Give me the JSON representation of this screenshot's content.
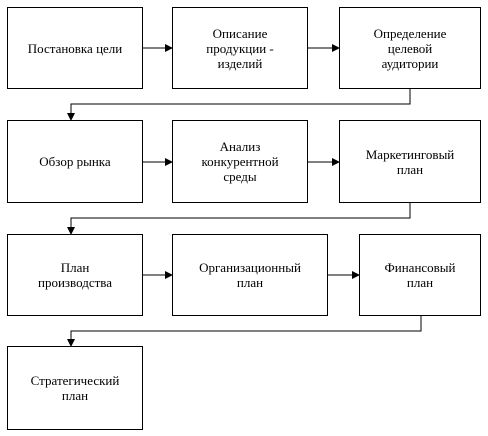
{
  "flowchart": {
    "steps": [
      {
        "id": "s1",
        "label": "Постановка цели"
      },
      {
        "id": "s2",
        "label": "Описание\nпродукции  -\nизделий"
      },
      {
        "id": "s3",
        "label": "Определение\nцелевой\nаудитории"
      },
      {
        "id": "s4",
        "label": "Обзор рынка"
      },
      {
        "id": "s5",
        "label": "Анализ\nконкурентной\nсреды"
      },
      {
        "id": "s6",
        "label": "Маркетинговый\nплан"
      },
      {
        "id": "s7",
        "label": "План\nпроизводства"
      },
      {
        "id": "s8",
        "label": "Организационный\nплан"
      },
      {
        "id": "s9",
        "label": "Финансовый\nплан"
      },
      {
        "id": "s10",
        "label": "Стратегический\nплан"
      }
    ],
    "connections": [
      {
        "from": "s1",
        "to": "s2"
      },
      {
        "from": "s2",
        "to": "s3"
      },
      {
        "from": "s3",
        "to": "s4"
      },
      {
        "from": "s4",
        "to": "s5"
      },
      {
        "from": "s5",
        "to": "s6"
      },
      {
        "from": "s6",
        "to": "s7"
      },
      {
        "from": "s7",
        "to": "s8"
      },
      {
        "from": "s8",
        "to": "s9"
      },
      {
        "from": "s9",
        "to": "s10"
      }
    ]
  }
}
